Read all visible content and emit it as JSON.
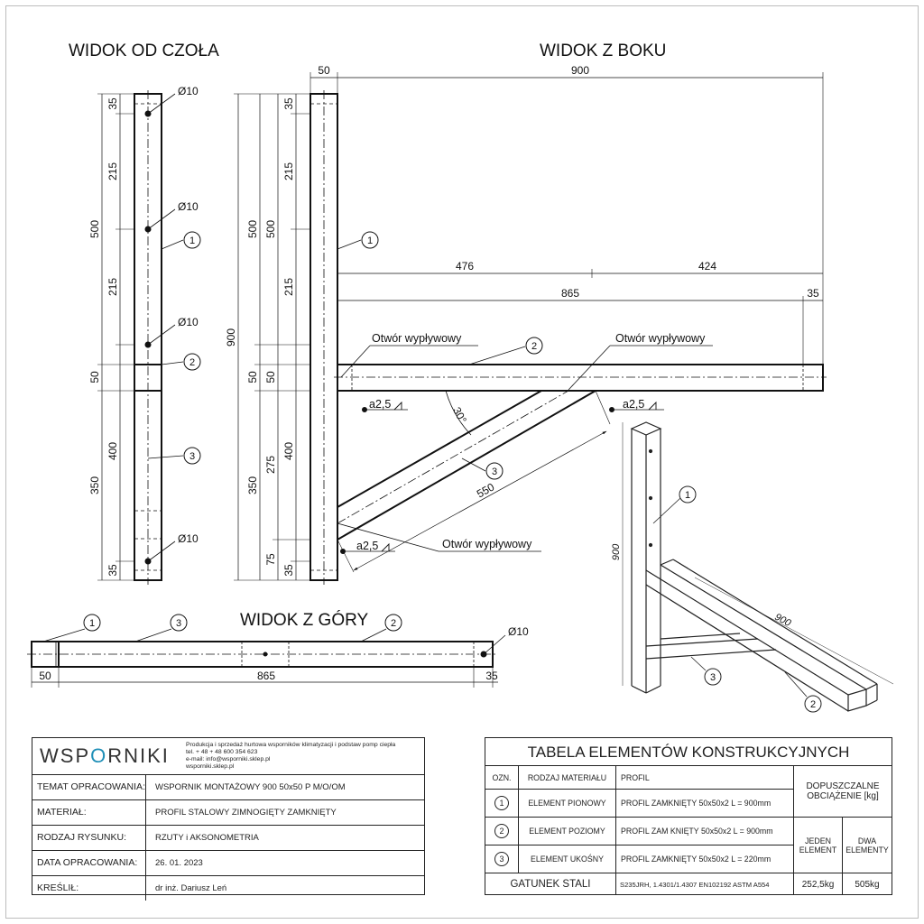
{
  "views": {
    "front_title": "WIDOK OD CZOŁA",
    "side_title": "WIDOK Z BOKU",
    "top_title": "WIDOK Z GÓRY"
  },
  "front_dims": {
    "hole": "Ø10",
    "d35a": "35",
    "d215a": "215",
    "d500": "500",
    "d215b": "215",
    "d50": "50",
    "d400": "400",
    "d350": "350",
    "d35b": "35"
  },
  "side_dims": {
    "d50top": "50",
    "d900top": "900",
    "d900": "900",
    "d500a": "500",
    "d500b": "500",
    "d35a": "35",
    "d215a": "215",
    "d215b": "215",
    "d50a": "50",
    "d50b": "50",
    "d350": "350",
    "d400": "400",
    "d275": "275",
    "d75": "75",
    "d35b": "35",
    "d476": "476",
    "d424": "424",
    "d865": "865",
    "d35r": "35",
    "d550": "550",
    "angle": "30°",
    "outlet1": "Otwór wypływowy",
    "outlet2": "Otwór wypływowy",
    "outlet3": "Otwór wypływowy",
    "weld1": "a2,5",
    "weld2": "a2,5",
    "weld3": "a2,5"
  },
  "top_dims": {
    "d50": "50",
    "d865": "865",
    "d35": "35",
    "hole": "Ø10"
  },
  "iso_dims": {
    "d900v": "900",
    "d900h": "900"
  },
  "callouts": {
    "c1": "1",
    "c2": "2",
    "c3": "3"
  },
  "title_block": {
    "logo_left": "WSP",
    "logo_accent": "O",
    "logo_right": "RNIKI",
    "company_line1": "Produkcja i sprzedaż hurtowa wsporników klimatyzacji i podstaw pomp ciepła",
    "company_line2": "tel. + 48 + 48 600 354 623",
    "company_line3": "e-mail: info@wsporniki.sklep.pl",
    "company_line4": "wsporniki.sklep.pl",
    "rows": [
      {
        "label": "TEMAT OPRACOWANIA:",
        "value": "WSPORNIK MONTAŻOWY 900 50x50 P M/O/OM"
      },
      {
        "label": "MATERIAŁ:",
        "value": "PROFIL STALOWY ZIMNOGIĘTY ZAMKNIĘTY"
      },
      {
        "label": "RODZAJ RYSUNKU:",
        "value": "RZUTY i AKSONOMETRIA"
      },
      {
        "label": "DATA OPRACOWANIA:",
        "value": "26. 01. 2023"
      },
      {
        "label": "KREŚLIŁ:",
        "value": "dr inż. Dariusz Leń"
      }
    ]
  },
  "elements_table": {
    "title": "TABELA ELEMENTÓW KONSTRUKCYJNYCH",
    "h_ozn": "OZN.",
    "h_material": "RODZAJ MATERIAŁU",
    "h_profile": "PROFIL",
    "h_load": "DOPUSZCZALNE OBCIĄŻENIE [kg]",
    "h_one": "JEDEN ELEMENT",
    "h_two": "DWA ELEMENTY",
    "rows": [
      {
        "ozn": "1",
        "material": "ELEMENT PIONOWY",
        "profile": "PROFIL ZAMKNIĘTY 50x50x2 L = 900mm"
      },
      {
        "ozn": "2",
        "material": "ELEMENT POZIOMY",
        "profile": "PROFIL ZAM KNIĘTY 50x50x2 L = 900mm"
      },
      {
        "ozn": "3",
        "material": "ELEMENT UKOŚNY",
        "profile": "PROFIL ZAMKNIĘTY 50x50x2 L = 220mm"
      }
    ],
    "steel_label": "GATUNEK STALI",
    "steel_value": "S235JRH, 1.4301/1.4307  EN102192 ASTM A554",
    "load_one": "252,5kg",
    "load_two": "505kg"
  }
}
